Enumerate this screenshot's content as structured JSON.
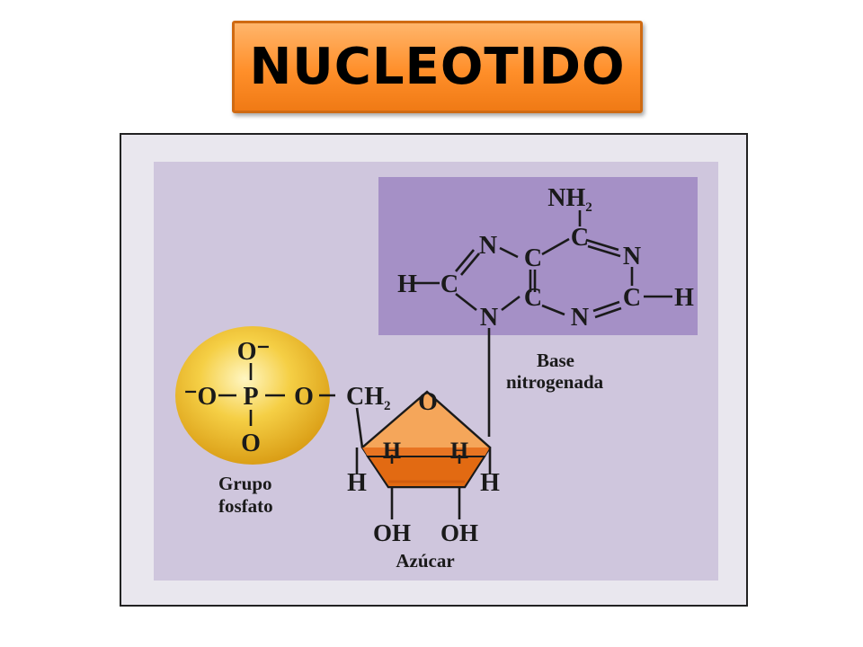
{
  "title": "NUCLEOTIDO",
  "labels": {
    "base_line1": "Base",
    "base_line2": "nitrogenada",
    "phosphate_line1": "Grupo",
    "phosphate_line2": "fosfato",
    "sugar": "Azúcar"
  },
  "atoms": {
    "nh2": "NH",
    "nh2_sub": "2",
    "ch2": "CH",
    "ch2_sub": "2",
    "n": "N",
    "c": "C",
    "h": "H",
    "o": "O",
    "p": "P",
    "o_minus": "O⁻",
    "minus_o": "⁻O",
    "oh": "OH"
  },
  "colors": {
    "background": "#cfc6dd",
    "base_box": "#a590c6",
    "phosphate": "#f2c232",
    "sugar_face": "#f5a65a",
    "sugar_edge": "#e26a12",
    "title_fill": "#ff8f2a"
  }
}
